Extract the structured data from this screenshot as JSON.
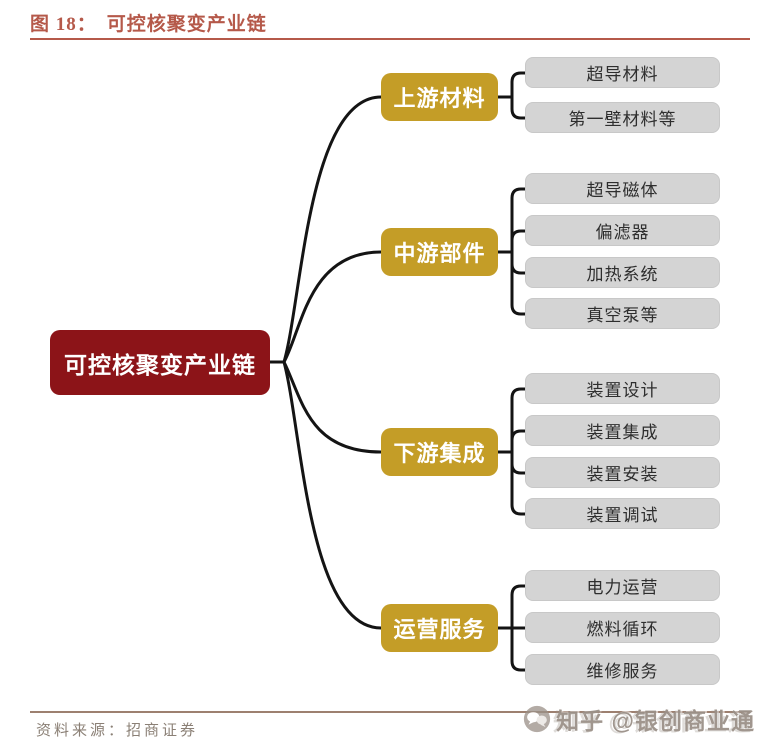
{
  "figure": {
    "label": "图 18：",
    "title": "可控核聚变产业链"
  },
  "root": {
    "label": "可控核聚变产业链"
  },
  "groups": [
    {
      "label": "上游材料",
      "children": [
        "超导材料",
        "第一壁材料等"
      ]
    },
    {
      "label": "中游部件",
      "children": [
        "超导磁体",
        "偏滤器",
        "加热系统",
        "真空泵等"
      ]
    },
    {
      "label": "下游集成",
      "children": [
        "装置设计",
        "装置集成",
        "装置安装",
        "装置调试"
      ]
    },
    {
      "label": "运营服务",
      "children": [
        "电力运营",
        "燃料循环",
        "维修服务"
      ]
    }
  ],
  "footer": {
    "source": "资料来源：招商证券",
    "watermark": "知乎 @银创商业通"
  },
  "colors": {
    "root_bg": "#8C1418",
    "branch_bg": "#C49D27",
    "leaf_bg": "#D4D4D4",
    "title_accent": "#B5594A",
    "connector": "#141414",
    "footer_rule": "#9D8070"
  }
}
